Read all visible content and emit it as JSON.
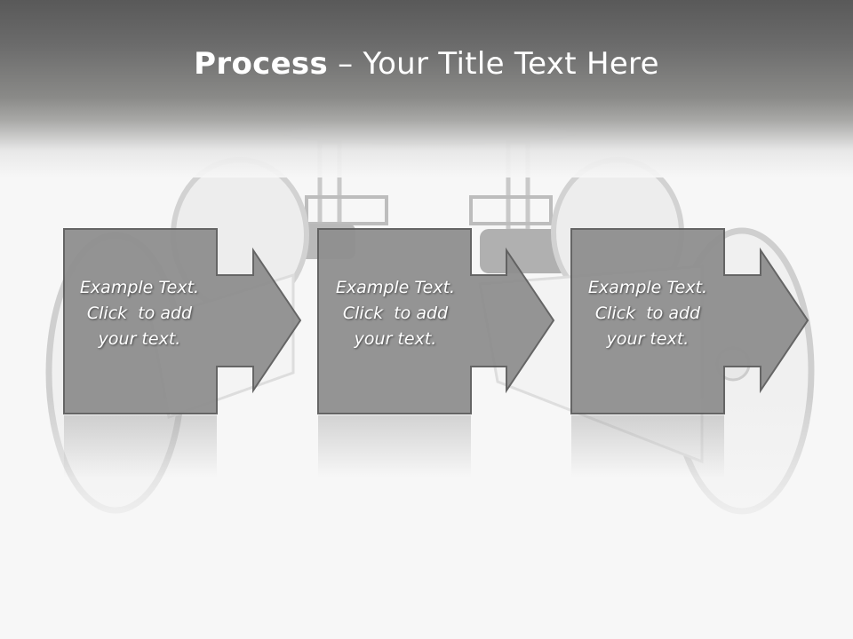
{
  "slide": {
    "title_bold": "Process",
    "title_rest": " – Your Title Text Here"
  },
  "steps": [
    {
      "line1": "Example Text.",
      "line2": "Click  to add",
      "line3": "your text."
    },
    {
      "line1": "Example Text.",
      "line2": "Click  to add",
      "line3": "your text."
    },
    {
      "line1": "Example Text.",
      "line2": "Click  to add",
      "line3": "your text."
    }
  ],
  "colors": {
    "box_fill": "#8f8f8f",
    "box_stroke": "#5e5e5e",
    "header_dark": "#595959"
  }
}
